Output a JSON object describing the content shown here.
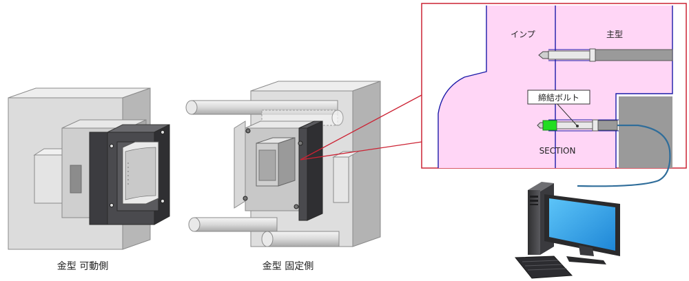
{
  "labels": {
    "movable_half": "金型 可動側",
    "fixed_half": "金型 固定側",
    "insert": "インプ",
    "main_mold": "主型",
    "bolt": "締結ボルト",
    "section": "SECTION"
  },
  "colors": {
    "section_frame": "#cc2233",
    "section_fill": "#ffd6f6",
    "outline_blue": "#1a1aa8",
    "sensor_green": "#22dd22",
    "cable_blue": "#2f6d9a",
    "mold_dark": "#4a4a4e",
    "mold_light": "#dcdcdc",
    "monitor_screen": "#2aa0e8"
  },
  "icons": [
    "pc-tower-icon",
    "monitor-icon",
    "keyboard-icon",
    "sensor-icon"
  ]
}
